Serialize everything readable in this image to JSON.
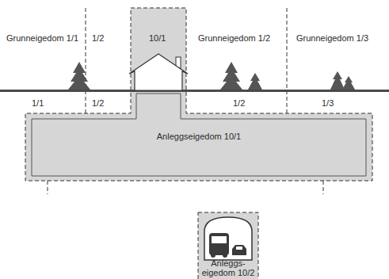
{
  "diagram": {
    "nodes": [
      {
        "text": [
          "Anleggseigedom 10/1"
        ]
      },
      {
        "text": [
          "Anleggs- eigedom 10/2"
        ]
      }
    ],
    "labels": [
      "Grunneigedom 1/1",
      "1/2",
      "10/1",
      "Grunneigedom 1/2",
      "Grunneigedom 1/3",
      "1/1",
      "1/2",
      "1/2",
      "1/3"
    ]
  }
}
